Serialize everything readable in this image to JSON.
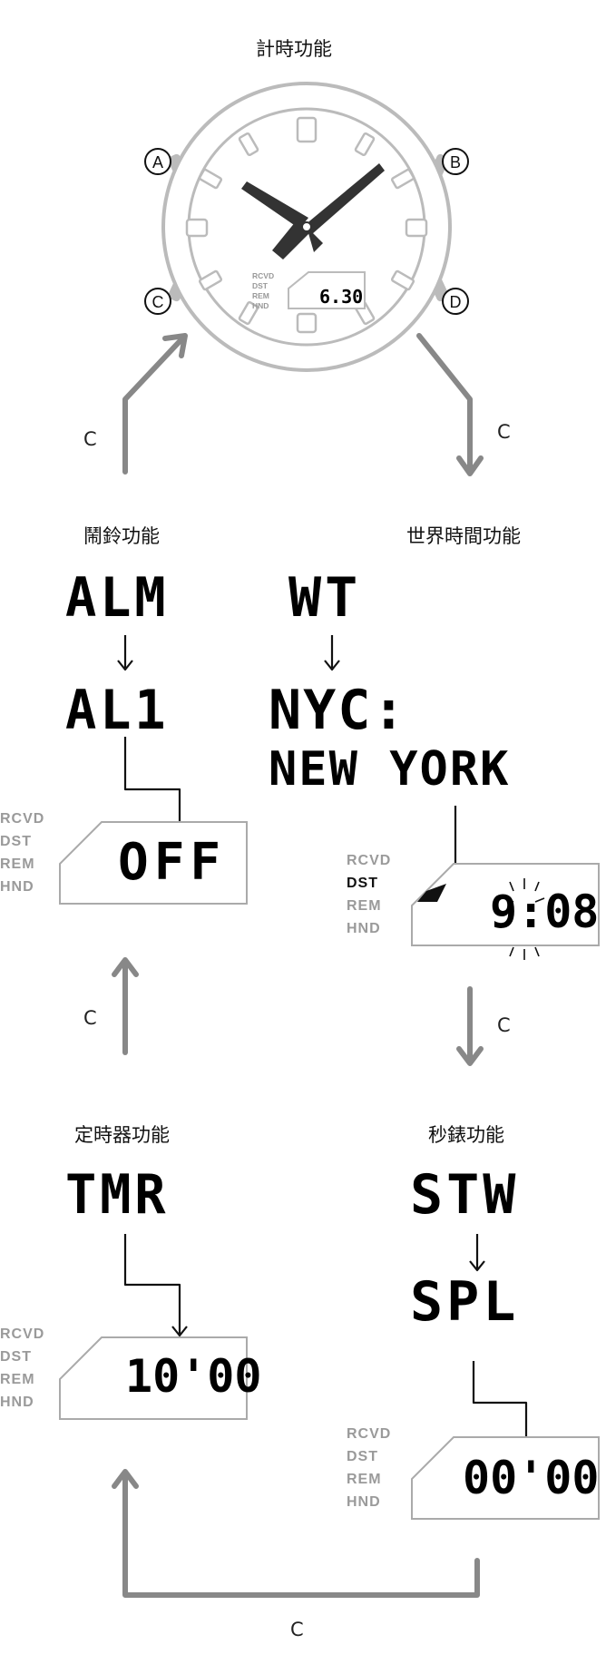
{
  "titles": {
    "timekeeping": "計時功能",
    "alarm": "鬧鈴功能",
    "world_time": "世界時間功能",
    "timer": "定時器功能",
    "stopwatch": "秒錶功能"
  },
  "buttons": {
    "a": "A",
    "b": "B",
    "c": "C",
    "d": "D"
  },
  "watch": {
    "indicators": [
      "RCVD",
      "DST",
      "REM",
      "HND"
    ],
    "display": "6.30"
  },
  "transition_label": "C",
  "alarm": {
    "mode": "ALM",
    "item": "AL1",
    "value": "OFF"
  },
  "world_time": {
    "mode": "WT",
    "city_line1": "NYC:",
    "city_line2": "NEW YORK",
    "time": "9:08"
  },
  "timer": {
    "mode": "TMR",
    "value": "10'00"
  },
  "stopwatch": {
    "mode": "STW",
    "item": "SPL",
    "value": "00'00"
  },
  "indicators": [
    "RCVD",
    "DST",
    "REM",
    "HND"
  ],
  "colors": {
    "arrow_gray": "#888888",
    "case_gray": "#bbbbbb",
    "lcd_black": "#000000"
  }
}
